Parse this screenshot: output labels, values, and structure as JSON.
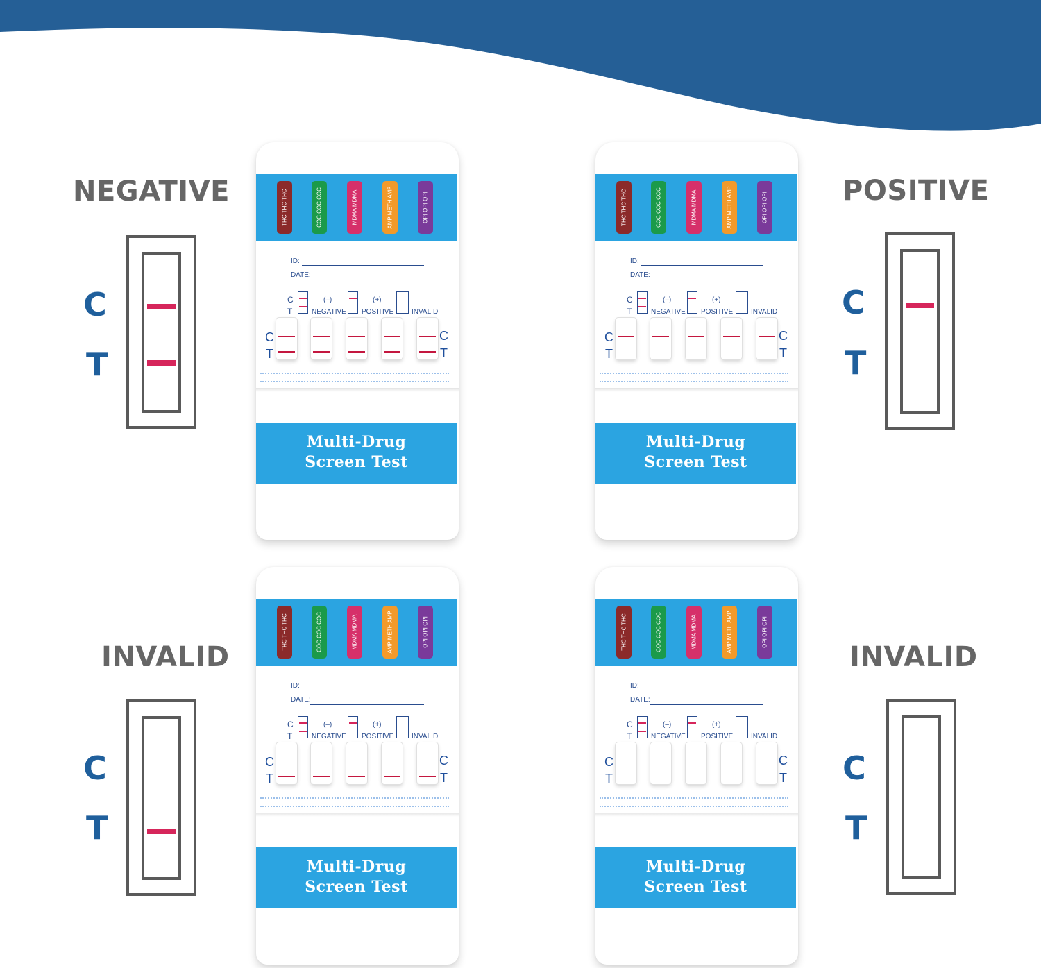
{
  "colors": {
    "wave": "#255f96",
    "result_line": "#d6265b",
    "letter_blue": "#1f5f9c",
    "device_band": "#2ba4e1"
  },
  "panels": {
    "negative": {
      "title": "NEGATIVE",
      "c": "C",
      "t": "T",
      "lines": [
        "C",
        "T"
      ]
    },
    "positive": {
      "title": "POSITIVE",
      "c": "C",
      "t": "T",
      "lines": [
        "C"
      ]
    },
    "invalid_left": {
      "title": "INVALID",
      "c": "C",
      "t": "T",
      "lines": [
        "T"
      ]
    },
    "invalid_right": {
      "title": "INVALID",
      "c": "C",
      "t": "T",
      "lines": []
    }
  },
  "device": {
    "strips": [
      {
        "text": "THC THC THC",
        "color": "#8b2a2a"
      },
      {
        "text": "COC COC COC",
        "color": "#1b9a4a"
      },
      {
        "text": "MDMA MDMA",
        "color": "#d6306a"
      },
      {
        "text": "AMP METH AMP",
        "color": "#f39a2a"
      },
      {
        "text": "OPI OPI OPI",
        "color": "#7a3a9a"
      }
    ],
    "id_label": "ID:",
    "date_label": "DATE:",
    "key_c": "C",
    "key_t": "T",
    "neg_sign": "(–)",
    "neg_label": "NEGATIVE",
    "pos_sign": "(+)",
    "pos_label": "POSITIVE",
    "invalid_label": "INVALID",
    "side_c": "C",
    "side_t": "T",
    "band_line1": "Multi-Drug",
    "band_line2": "Screen Test"
  },
  "devices": [
    {
      "name": "negative",
      "windows": [
        [
          "C",
          "T"
        ],
        [
          "C",
          "T"
        ],
        [
          "C",
          "T"
        ],
        [
          "C",
          "T"
        ],
        [
          "C",
          "T"
        ]
      ]
    },
    {
      "name": "positive",
      "windows": [
        [
          "C"
        ],
        [
          "C"
        ],
        [
          "C"
        ],
        [
          "C"
        ],
        [
          "C"
        ]
      ]
    },
    {
      "name": "invalid-left",
      "windows": [
        [
          "T"
        ],
        [
          "T"
        ],
        [
          "T"
        ],
        [
          "T"
        ],
        [
          "T"
        ]
      ]
    },
    {
      "name": "invalid-right",
      "windows": [
        [],
        [],
        [],
        [],
        []
      ]
    }
  ]
}
